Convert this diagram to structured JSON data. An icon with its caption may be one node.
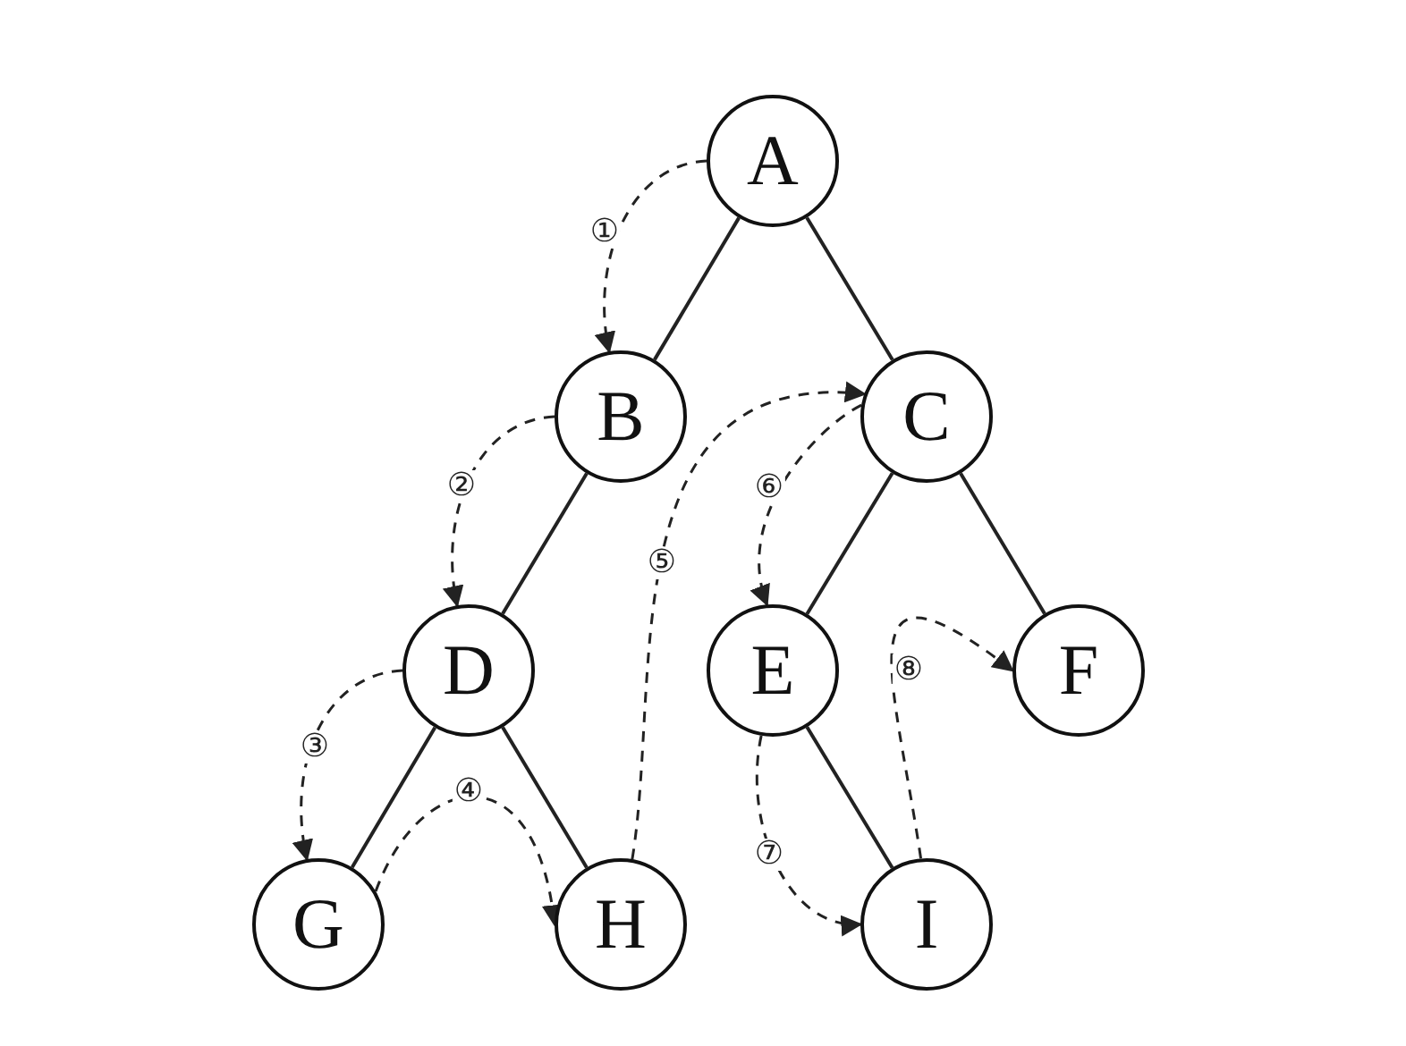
{
  "diagram": {
    "nodes": [
      {
        "text": [
          "A"
        ]
      },
      {
        "text": [
          "B"
        ]
      },
      {
        "text": [
          "C"
        ]
      },
      {
        "text": [
          "D"
        ]
      },
      {
        "text": [
          "E"
        ]
      },
      {
        "text": [
          "F"
        ]
      },
      {
        "text": [
          "G"
        ]
      },
      {
        "text": [
          "H"
        ]
      },
      {
        "text": [
          "I"
        ]
      }
    ],
    "edges": [
      {
        "from": 0,
        "to": 1,
        "arrow": "none"
      },
      {
        "from": 0,
        "to": 2,
        "arrow": "none"
      },
      {
        "from": 1,
        "to": 3,
        "arrow": "none"
      },
      {
        "from": 2,
        "to": 4,
        "arrow": "none"
      },
      {
        "from": 2,
        "to": 5,
        "arrow": "none"
      },
      {
        "from": 3,
        "to": 6,
        "arrow": "none"
      },
      {
        "from": 3,
        "to": 7,
        "arrow": "none"
      },
      {
        "from": 4,
        "to": 8,
        "arrow": "none"
      },
      {
        "from": 0,
        "to": 1,
        "arrow": "to",
        "style": "dashed",
        "label": "①"
      },
      {
        "from": 1,
        "to": 3,
        "arrow": "to",
        "style": "dashed",
        "label": "②"
      },
      {
        "from": 3,
        "to": 6,
        "arrow": "to",
        "style": "dashed",
        "label": "③"
      },
      {
        "from": 6,
        "to": 7,
        "arrow": "to",
        "style": "dashed",
        "label": "④"
      },
      {
        "from": 7,
        "to": 2,
        "arrow": "to",
        "style": "dashed",
        "label": "⑤"
      },
      {
        "from": 2,
        "to": 4,
        "arrow": "to",
        "style": "dashed",
        "label": "⑥"
      },
      {
        "from": 4,
        "to": 8,
        "arrow": "to",
        "style": "dashed",
        "label": "⑦"
      },
      {
        "from": 8,
        "to": 5,
        "arrow": "to",
        "style": "dashed",
        "label": "⑧"
      }
    ]
  }
}
